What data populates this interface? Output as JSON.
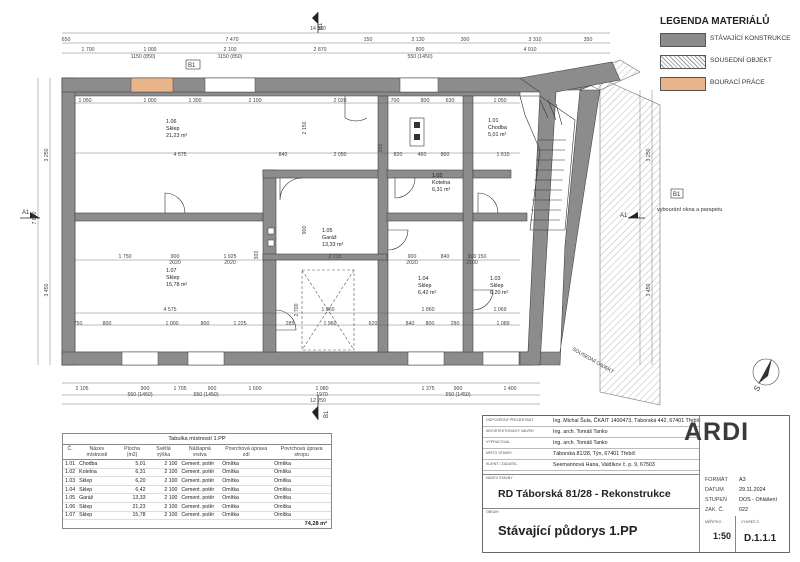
{
  "legend": {
    "title": "LEGENDA MATERIÁLŮ",
    "items": [
      {
        "label": "STÁVAJÍCÍ KONSTRUKCE",
        "color": "#8c8c8c",
        "pattern": "solid"
      },
      {
        "label": "SOUSEDNÍ OBJEKT",
        "color": "#ffffff",
        "pattern": "hatch"
      },
      {
        "label": "BOURACÍ PRÁCE",
        "color": "#e8b48a",
        "pattern": "solid"
      }
    ]
  },
  "plan": {
    "section_b_top": "B1",
    "section_b_bottom": "B1",
    "section_a_left": "A1",
    "section_a_right": "A1",
    "demolition_tag": "B1",
    "demolition_tag_right": "B1",
    "demolition_note": "vybourání okna a parapetu",
    "neighbour_label": "SOUSEDNÍ OBJEKT",
    "north_label": "S",
    "dims_top_total": "14 680",
    "dims_top_row1": [
      "650",
      "7 470",
      "150",
      "2 130",
      "300",
      "3 310",
      "350"
    ],
    "dims_top_row2": [
      "1 700",
      "1 000",
      "2 100",
      "2 870",
      "800",
      "4 910"
    ],
    "dims_top_row2_sub": [
      "1150 (850)",
      "1150 (850)",
      "550 (1450)"
    ],
    "dims_bottom_row1": [
      "2 105",
      "900",
      "1 705",
      "900",
      "1 600",
      "1 980",
      "1 375",
      "900",
      "1 400"
    ],
    "dims_bottom_row1_sub": [
      "550 (1450)",
      "550 (1450)",
      "1970",
      "550 (1450)"
    ],
    "dims_bottom_total": "12 250",
    "dims_left": [
      "7 800",
      "3 250",
      "3 450"
    ],
    "dims_right": [
      "3 250",
      "3 450"
    ],
    "rooms": [
      {
        "num": "1.06",
        "name": "Sklep",
        "area": "21,23 m²"
      },
      {
        "num": "1.07",
        "name": "Sklep",
        "area": "15,78 m²"
      },
      {
        "num": "1.05",
        "name": "Garáž",
        "area": "13,33 m²"
      },
      {
        "num": "1.02",
        "name": "Kotelna",
        "area": "6,31 m²"
      },
      {
        "num": "1.01",
        "name": "Chodba",
        "area": "5,01 m²"
      },
      {
        "num": "1.04",
        "name": "Sklep",
        "area": "6,42 m²"
      },
      {
        "num": "1.03",
        "name": "Sklep",
        "area": "6,20 m²"
      }
    ],
    "inner_dims": {
      "r1": [
        "1 050",
        "1 000",
        "1 300",
        "2 100",
        "2 020",
        "700",
        "800",
        "630",
        "1 050"
      ],
      "r2": [
        "4 575",
        "840",
        "2 050",
        "820",
        "460",
        "860",
        "1 610"
      ],
      "r3": [
        "1 750",
        "900",
        "1 925",
        "2 715",
        "900",
        "840",
        "900",
        "150"
      ],
      "r3_sub": [
        "2020",
        "2020",
        "2020",
        "2100"
      ],
      "r4": [
        "4 575",
        "1 860",
        "1 860",
        "1 069"
      ],
      "r5": [
        "750",
        "800",
        "1 000",
        "800",
        "1 225",
        "285",
        "1 960",
        "620",
        "840",
        "800",
        "280",
        "1 089"
      ],
      "v": [
        "2 150",
        "900",
        "2 700",
        "150",
        "300"
      ]
    }
  },
  "room_table": {
    "title": "Tabulka místností 1.PP",
    "headers": [
      "Č.",
      "Název místnosti",
      "Plocha (m2)",
      "Světlá výška",
      "Nášlapná vrstva",
      "Povrchová úprava zdí",
      "Povrchová úprava stropu"
    ],
    "rows": [
      [
        "1.01",
        "Chodba",
        "5,01",
        "2 100",
        "Cement. potěr",
        "Omítka",
        "Omítka"
      ],
      [
        "1.02",
        "Kotelna",
        "6,31",
        "2 100",
        "Cement. potěr",
        "Omítka",
        "Omítka"
      ],
      [
        "1.03",
        "Sklep",
        "6,20",
        "2 100",
        "Cement. potěr",
        "Omítka",
        "Omítka"
      ],
      [
        "1.04",
        "Sklep",
        "6,42",
        "2 100",
        "Cement. potěr",
        "Omítka",
        "Omítka"
      ],
      [
        "1.05",
        "Garáž",
        "13,33",
        "2 100",
        "Cement. potěr",
        "Omítka",
        "Omítka"
      ],
      [
        "1.06",
        "Sklep",
        "21,23",
        "2 100",
        "Cement. potěr",
        "Omítka",
        "Omítka"
      ],
      [
        "1.07",
        "Sklep",
        "15,78",
        "2 100",
        "Cement. potěr",
        "Omítka",
        "Omítka"
      ]
    ],
    "total": "74,28 m²"
  },
  "title_block": {
    "rows": [
      {
        "k": "ODPOVĚDNÝ PROJEKTANT",
        "v": "Ing. Michal Šula, ČKAIT 1400473, Táborská 442, 67401 Třebíč"
      },
      {
        "k": "ARCHITEKTONICKÝ NÁVRH",
        "v": "Ing. arch. Tomáš Tanko"
      },
      {
        "k": "VYPRACOVAL",
        "v": "Ing. arch. Tomáš Tanko"
      },
      {
        "k": "MÍSTO STAVBY",
        "v": "Táborská 81/28, Týn, 67401 Třebíč"
      },
      {
        "k": "KLIENT / ŽADATEL",
        "v": "Seemannová Hana, Valdíkov č. p. 9, 67503"
      }
    ],
    "logo": "ARDI",
    "project_key": "NÁZEV STAVBY",
    "project": "RD Táborská 81/28 - Rekonstrukce",
    "drawing_key": "OBSAH",
    "drawing": "Stávající půdorys 1.PP",
    "meta": [
      {
        "k": "FORMÁT",
        "v": "A3"
      },
      {
        "k": "DATUM",
        "v": "29.11.2024"
      },
      {
        "k": "STUPEŇ",
        "v": "DOS - Ohlášení"
      },
      {
        "k": "ZAK. Č.",
        "v": "022"
      }
    ],
    "scale_key": "MĚŘÍTKO",
    "scale": "1:50",
    "sheet_key": "VÝKRES Č.",
    "sheet": "D.1.1.1"
  }
}
